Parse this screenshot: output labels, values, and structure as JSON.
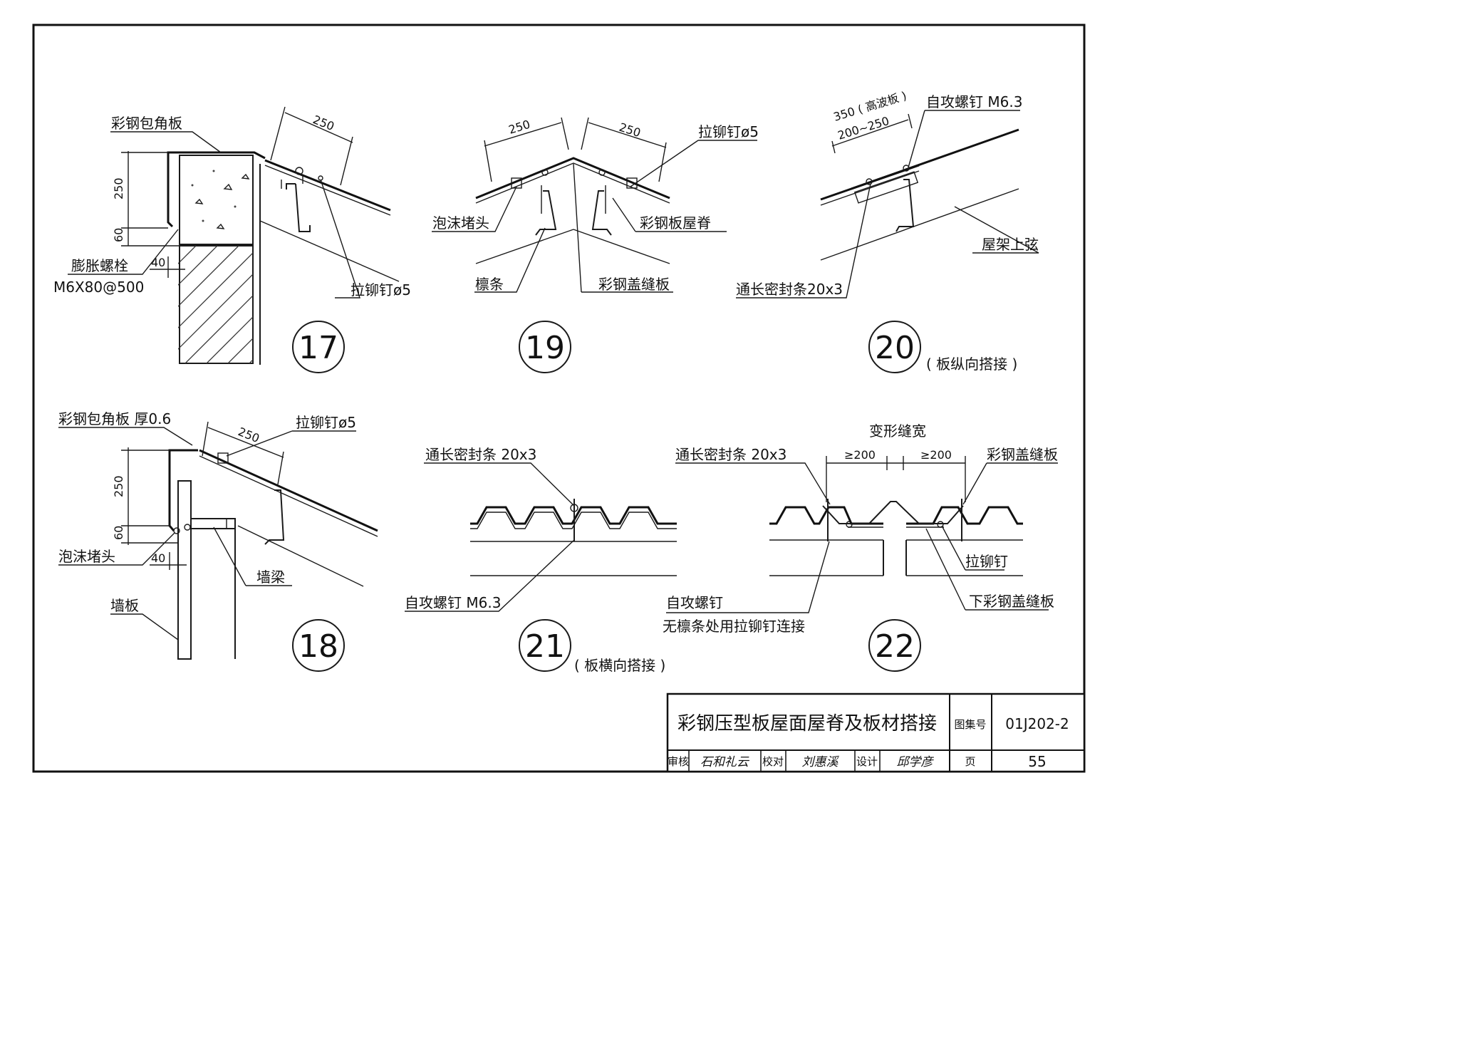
{
  "details": {
    "d17": {
      "number": "17",
      "labels": {
        "corner_panel": "彩钢包角板",
        "expansion_bolt": "膨胀螺栓",
        "expansion_bolt_spec": "M6X80@500",
        "rivet": "拉铆钉ø5"
      },
      "dims": {
        "lap": "250",
        "height": "250",
        "offset": "60",
        "gap": "40"
      }
    },
    "d18": {
      "number": "18",
      "labels": {
        "corner_panel": "彩钢包角板 厚0.6",
        "rivet": "拉铆钉ø5",
        "foam_plug": "泡沫堵头",
        "wall_beam": "墙梁",
        "wall_panel": "墙板"
      },
      "dims": {
        "lap": "250",
        "height": "250",
        "offset": "60",
        "gap": "40"
      }
    },
    "d19": {
      "number": "19",
      "labels": {
        "rivet": "拉铆钉ø5",
        "foam_plug": "泡沫堵头",
        "ridge_panel": "彩钢板屋脊",
        "purlin": "檩条",
        "cover_plate": "彩钢盖缝板"
      },
      "dims": {
        "left": "250",
        "right": "250"
      }
    },
    "d20": {
      "number": "20",
      "note": "( 板纵向搭接 )",
      "labels": {
        "screw": "自攻螺钉 M6.3",
        "truss": "屋架上弦",
        "seal": "通长密封条20x3"
      },
      "dims": {
        "high": "350 ( 高波板 )",
        "normal": "200~250"
      }
    },
    "d21": {
      "number": "21",
      "note": "( 板横向搭接 )",
      "labels": {
        "seal": "通长密封条 20x3",
        "screw": "自攻螺钉 M6.3"
      }
    },
    "d22": {
      "number": "22",
      "labels": {
        "joint_width": "变形缝宽",
        "seal": "通长密封条 20x3",
        "cover_plate": "彩钢盖缝板",
        "rivet": "拉铆钉",
        "lower_cover": "下彩钢盖缝板",
        "screw": "自攻螺钉",
        "screw_note": "无檩条处用拉铆钉连接"
      },
      "dims": {
        "left": "≥200",
        "right": "≥200"
      }
    }
  },
  "title_block": {
    "title": "彩钢压型板屋面屋脊及板材搭接",
    "atlas_label": "图集号",
    "atlas_no": "01J202-2",
    "review_label": "审核",
    "review_sig": "石和礼云",
    "check_label": "校对",
    "check_sig": "刘惠溪",
    "design_label": "设计",
    "design_sig": "邱学彦",
    "page_label": "页",
    "page_no": "55"
  }
}
